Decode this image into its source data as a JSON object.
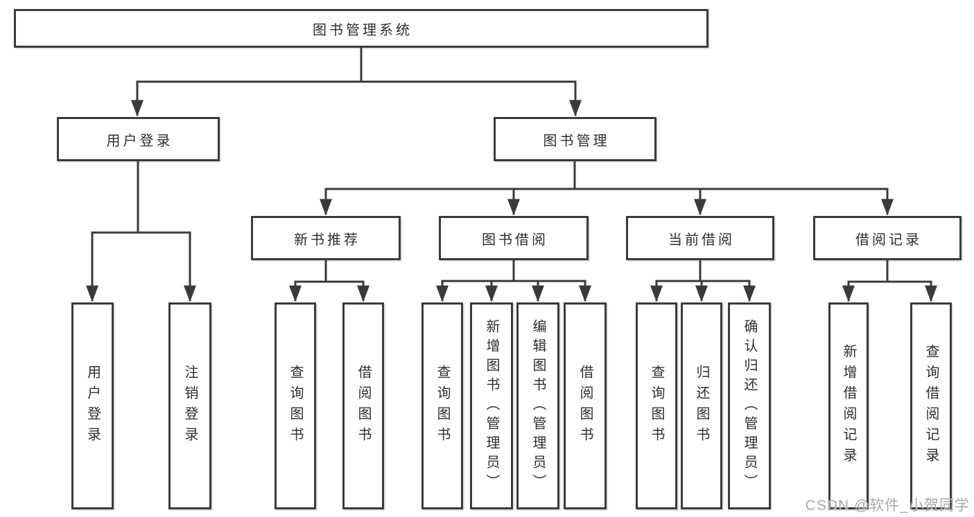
{
  "title": "图书管理系统",
  "watermark": "CSDN @软件_小贺同学",
  "colors": {
    "line": "#3a3a3a",
    "box_border": "#3a3a3a",
    "text": "#2f2f2f",
    "background": "#ffffff",
    "watermark": "#a9a9a9"
  },
  "tree": {
    "label": "图书管理系统",
    "children": [
      {
        "label": "用户登录",
        "children": [
          {
            "label": "用户登录"
          },
          {
            "label": "注销登录"
          }
        ]
      },
      {
        "label": "图书管理",
        "children": [
          {
            "label": "新书推荐",
            "children": [
              {
                "label": "查询图书"
              },
              {
                "label": "借阅图书"
              }
            ]
          },
          {
            "label": "图书借阅",
            "children": [
              {
                "label": "查询图书"
              },
              {
                "label": "新增图书（管理员）"
              },
              {
                "label": "编辑图书（管理员）"
              },
              {
                "label": "借阅图书"
              }
            ]
          },
          {
            "label": "当前借阅",
            "children": [
              {
                "label": "查询图书"
              },
              {
                "label": "归还图书"
              },
              {
                "label": "确认归还（管理员）"
              }
            ]
          },
          {
            "label": "借阅记录",
            "children": [
              {
                "label": "新增借阅记录"
              },
              {
                "label": "查询借阅记录"
              }
            ]
          }
        ]
      }
    ]
  }
}
